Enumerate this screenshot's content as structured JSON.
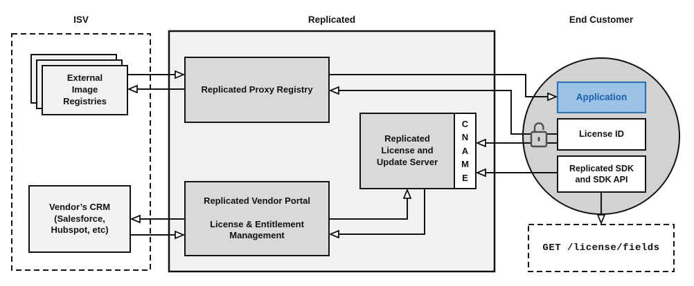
{
  "titles": {
    "isv": "ISV",
    "replicated": "Replicated",
    "end_customer": "End Customer"
  },
  "nodes": {
    "external_registries": "External\nImage\nRegistries",
    "vendor_crm": "Vendor’s CRM\n(Salesforce,\nHubspot, etc)",
    "proxy_registry": "Replicated Proxy Registry",
    "license_update_server": "Replicated\nLicense and\nUpdate Server",
    "cname": "C\nN\nA\nM\nE",
    "vendor_portal": "Replicated Vendor Portal\n\nLicense & Entitlement\nManagement",
    "application": "Application",
    "license_id": "License ID",
    "replicated_sdk": "Replicated SDK\nand SDK API",
    "api_request": "GET /license/fields"
  },
  "icons": {
    "lock": "unlocked-padlock-icon"
  },
  "colors": {
    "panel_gray": "#f2f2f2",
    "box_gray": "#d9d9d9",
    "circle_gray": "#d2d2d2",
    "line_black": "#111111",
    "app_fill": "#9cc3e5",
    "app_border": "#2e74b5",
    "app_text": "#1e5fa9"
  }
}
